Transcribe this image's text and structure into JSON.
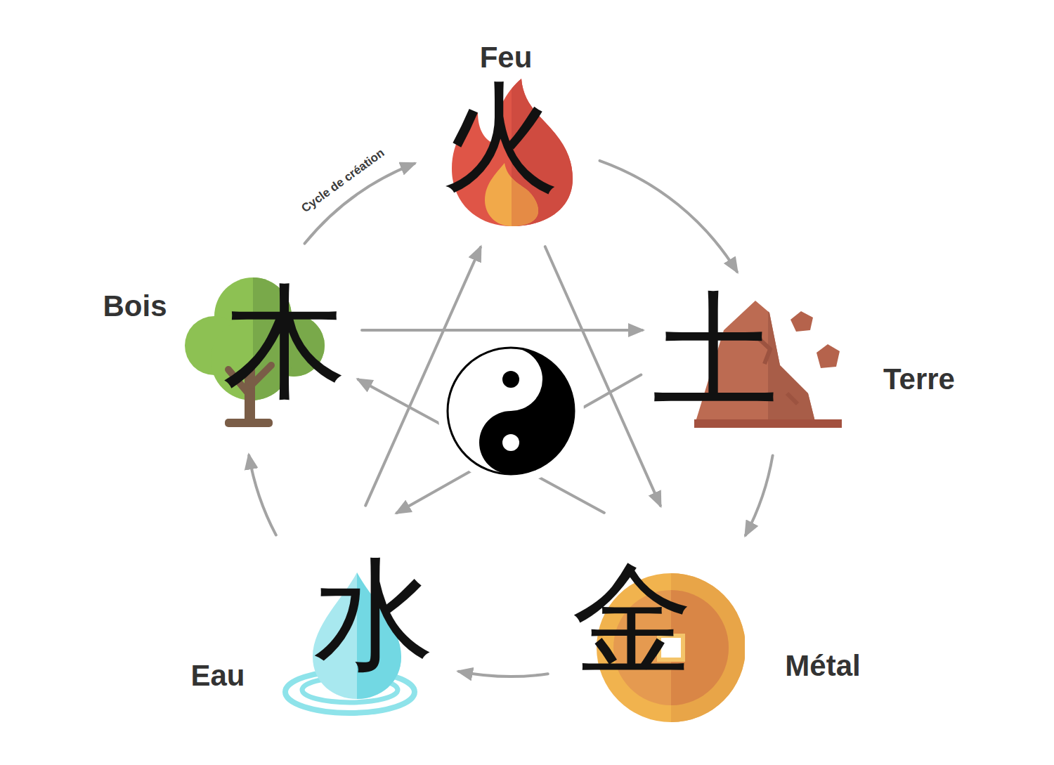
{
  "diagram": {
    "nodes": [
      {
        "text": [
          "Feu",
          "火"
        ]
      },
      {
        "text": [
          "Bois",
          "木"
        ]
      },
      {
        "text": [
          "Terre",
          "土"
        ]
      },
      {
        "text": [
          "Métal",
          "金"
        ]
      },
      {
        "text": [
          "Eau",
          "水"
        ]
      }
    ],
    "edges": [
      {
        "from": 1,
        "to": 0,
        "arrow": "to",
        "label": "Cycle de création"
      },
      {
        "from": 0,
        "to": 2,
        "arrow": "to"
      },
      {
        "from": 2,
        "to": 3,
        "arrow": "to"
      },
      {
        "from": 3,
        "to": 4,
        "arrow": "to"
      },
      {
        "from": 4,
        "to": 1,
        "arrow": "to"
      },
      {
        "from": 1,
        "to": 2,
        "arrow": "to"
      },
      {
        "from": 2,
        "to": 4,
        "arrow": "to"
      },
      {
        "from": 4,
        "to": 0,
        "arrow": "to"
      },
      {
        "from": 0,
        "to": 3,
        "arrow": "to"
      },
      {
        "from": 3,
        "to": 1,
        "arrow": "to"
      }
    ]
  }
}
